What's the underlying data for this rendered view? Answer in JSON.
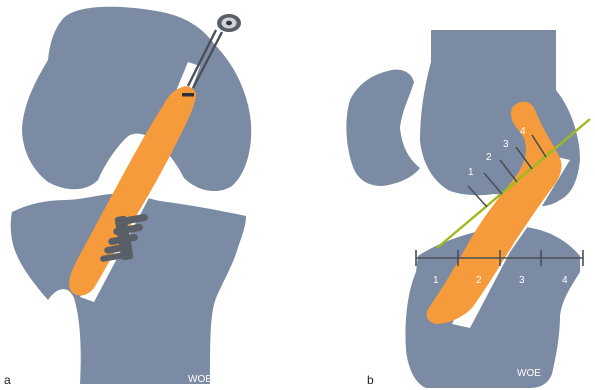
{
  "panels": [
    {
      "letter": "a",
      "watermark": "WOE"
    },
    {
      "letter": "b",
      "watermark": "WOE"
    }
  ],
  "femoral_marks": [
    "1",
    "2",
    "3",
    "4"
  ],
  "tibial_marks": [
    "1",
    "2",
    "3",
    "4"
  ],
  "colors": {
    "bone": "#7b8ba3",
    "graft": "#f59b3c",
    "reference_line": "#9bbb1e",
    "screw": "#595f66",
    "background": "#ffffff"
  },
  "icons": [
    "screw-icon",
    "guide-wire-icon",
    "eyelet-icon"
  ]
}
